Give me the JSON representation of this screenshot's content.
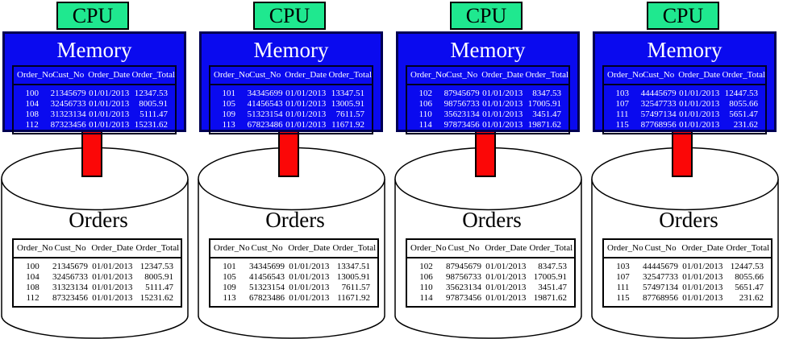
{
  "labels": {
    "cpu": "CPU",
    "memory": "Memory",
    "orders": "Orders"
  },
  "colors": {
    "cpu_green": "#1FE88F",
    "memory_blue": "#0A0AEF",
    "memory_border": "#000052",
    "connector_red": "#FB0707",
    "cylinder_outline": "#000000",
    "memory_text": "#FFFFFF",
    "disk_text": "#000000"
  },
  "table_headers": [
    "Order_No",
    "Cust_No",
    "Order_Date",
    "Order_Total"
  ],
  "nodes": [
    {
      "memory_rows": [
        [
          "100",
          "21345679",
          "01/01/2013",
          "12347.53"
        ],
        [
          "104",
          "32456733",
          "01/01/2013",
          "8005.91"
        ],
        [
          "108",
          "31323134",
          "01/01/2013",
          "5111.47"
        ],
        [
          "112",
          "87323456",
          "01/01/2013",
          "15231.62"
        ]
      ],
      "disk_rows": [
        [
          "100",
          "21345679",
          "01/01/2013",
          "12347.53"
        ],
        [
          "104",
          "32456733",
          "01/01/2013",
          "8005.91"
        ],
        [
          "108",
          "31323134",
          "01/01/2013",
          "5111.47"
        ],
        [
          "112",
          "87323456",
          "01/01/2013",
          "15231.62"
        ]
      ]
    },
    {
      "memory_rows": [
        [
          "101",
          "34345699",
          "01/01/2013",
          "13347.51"
        ],
        [
          "105",
          "41456543",
          "01/01/2013",
          "13005.91"
        ],
        [
          "109",
          "51323154",
          "01/01/2013",
          "7611.57"
        ],
        [
          "113",
          "67823486",
          "01/01/2013",
          "11671.92"
        ]
      ],
      "disk_rows": [
        [
          "101",
          "34345699",
          "01/01/2013",
          "13347.51"
        ],
        [
          "105",
          "41456543",
          "01/01/2013",
          "13005.91"
        ],
        [
          "109",
          "51323154",
          "01/01/2013",
          "7611.57"
        ],
        [
          "113",
          "67823486",
          "01/01/2013",
          "11671.92"
        ]
      ]
    },
    {
      "memory_rows": [
        [
          "102",
          "87945679",
          "01/01/2013",
          "8347.53"
        ],
        [
          "106",
          "98756733",
          "01/01/2013",
          "17005.91"
        ],
        [
          "110",
          "35623134",
          "01/01/2013",
          "3451.47"
        ],
        [
          "114",
          "97873456",
          "01/01/2013",
          "19871.62"
        ]
      ],
      "disk_rows": [
        [
          "102",
          "87945679",
          "01/01/2013",
          "8347.53"
        ],
        [
          "106",
          "98756733",
          "01/01/2013",
          "17005.91"
        ],
        [
          "110",
          "35623134",
          "01/01/2013",
          "3451.47"
        ],
        [
          "114",
          "97873456",
          "01/01/2013",
          "19871.62"
        ]
      ]
    },
    {
      "memory_rows": [
        [
          "103",
          "44445679",
          "01/01/2013",
          "12447.53"
        ],
        [
          "107",
          "32547733",
          "01/01/2013",
          "8055.66"
        ],
        [
          "111",
          "57497134",
          "01/01/2013",
          "5651.47"
        ],
        [
          "115",
          "87768956",
          "01/01/2013",
          "231.62"
        ]
      ],
      "disk_rows": [
        [
          "103",
          "44445679",
          "01/01/2013",
          "12447.53"
        ],
        [
          "107",
          "32547733",
          "01/01/2013",
          "8055.66"
        ],
        [
          "111",
          "57497134",
          "01/01/2013",
          "5651.47"
        ],
        [
          "115",
          "87768956",
          "01/01/2013",
          "231.62"
        ]
      ]
    }
  ]
}
